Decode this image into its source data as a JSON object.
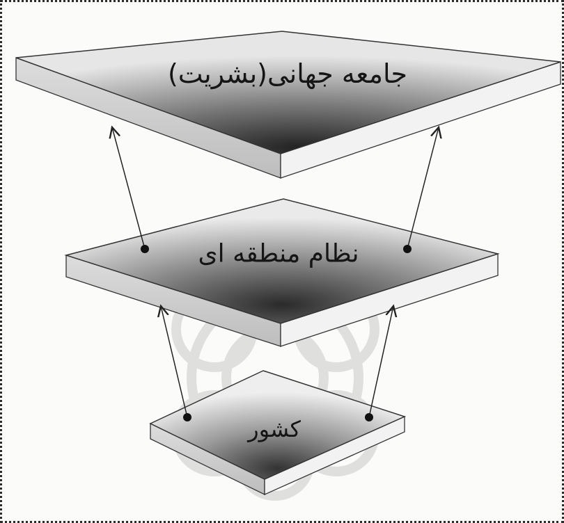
{
  "diagram": {
    "levels": [
      {
        "id": "top",
        "label": "جامعه جهانی(بشریت)"
      },
      {
        "id": "middle",
        "label": "نظام منطقه ای"
      },
      {
        "id": "bottom",
        "label": "کشور"
      }
    ],
    "arrows": [
      {
        "from": "middle",
        "to": "top",
        "count": 2
      },
      {
        "from": "bottom",
        "to": "middle",
        "count": 2
      }
    ],
    "watermark": "decorative-floral-emblem"
  }
}
